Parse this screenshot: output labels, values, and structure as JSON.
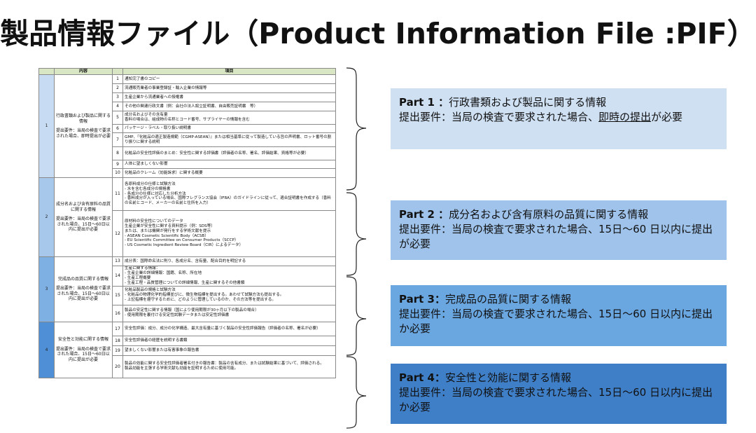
{
  "title": "製品情報ファイル（Product Information File :PIF）",
  "table": {
    "headers": {
      "content": "内容",
      "items": "項目"
    },
    "parts": [
      {
        "no": "1",
        "desc_title": "行政書類および製品に関する情報",
        "desc_req": "提出要件：当局の検査で要求された場合、即時提出が必要",
        "rows": [
          {
            "n": "1",
            "t": [
              "通知完了書のコピー"
            ]
          },
          {
            "n": "2",
            "t": [
              "流通販売業者の事業登録証・輸入企業の情報等"
            ]
          },
          {
            "n": "3",
            "t": [
              "生産企業から流通業者への授権書"
            ]
          },
          {
            "n": "4",
            "t": [
              "その他の関連行政文書（例：会社の法人設立証明書、自由販売証明書　等）"
            ]
          },
          {
            "n": "5",
            "t": [
              "成分名およびその含有量",
              "香料の場合は、組成物の名称とコード番号、サプライヤーの情報を含む"
            ]
          },
          {
            "n": "6",
            "t": [
              "パッケージ・ラベル・取り扱い説明書"
            ]
          },
          {
            "n": "7",
            "t": [
              "GMP、『化粧品の適正製造規範（CGMP-ASEAN）』または相当基準に従って製造している旨の声明書、ロット番号の割り振りに関する説明"
            ]
          },
          {
            "n": "8",
            "t": [
              "化粧品の安全性評価のまとめ：安全性に関する評価書（評価者の名称、署名、評価結果、資格等が必要）"
            ]
          },
          {
            "n": "9",
            "t": [
              "人体に望ましくない影響"
            ]
          },
          {
            "n": "10",
            "t": [
              "化粧品のクレーム（効能訴求）に関する概要"
            ]
          }
        ]
      },
      {
        "no": "2",
        "desc_title": "成分名および含有原料の品質に関する情報",
        "desc_req": "提出要件：当局の検査で要求された場合、15日〜60日以内に提出が必要",
        "rows": [
          {
            "n": "11",
            "t": [
              "各原料成分の仕様と試験方法",
              "- 水を含む各成分の規格書",
              "- 各成分の仕様に対応した分析方法",
              "- 香料成分が入っている場合、国際フレグランス協会（IFRA）のガイドラインに従って、適合証明書を作成する（香料の名前とコード、メーカーの名前と住所を入力）"
            ]
          },
          {
            "n": "12",
            "t": [
              "原材料の安全性についてのデータ",
              "生産企業が安全性に関する資料提示（例：SDS等）",
              "または、または機関が発行をする学術文献を提示",
              "- ASEAN Cosmetic Scientific Body（ACSB）",
              "- EU Scientific Committee on Consumer Products（SCCP）",
              "- US Cosmetic Ingredient Review Board（CIR）によるデータ）"
            ]
          }
        ]
      },
      {
        "no": "3",
        "desc_title": "完成品の品質に関する情報",
        "desc_req": "提出要件：当局の検査で要求された場合、15日〜60日以内に提出が必要",
        "rows": [
          {
            "n": "13",
            "t": [
              "成分表：国際命名法に則り、各成分名、含有量、配合目的を明記する"
            ]
          },
          {
            "n": "14",
            "t": [
              "生産に関する情報：",
              "- 生産企業の詳細情報：国籍、名称、所在地",
              "- 生産工程概要",
              "- 生産工程・品質管理についての詳細情報、生産に関するその他書類"
            ]
          },
          {
            "n": "15",
            "t": [
              "化粧品製品の規格と試験方法",
              "- 化粧品の物理化学的指標並びに、微生物指標を提出する。あわせて試験方法も提出する。",
              "- 上記指標を遵守するために、どのように管理しているのか、その方法等を提出する。"
            ]
          },
          {
            "n": "16",
            "t": [
              "製品の安定性に関する情報（国により使用期限が30ヶ月以下の製品の場合）",
              "- 使用期限を裏付ける安定性試験データまたは安定性評価書"
            ]
          }
        ]
      },
      {
        "no": "4",
        "desc_title": "安全性と効能に関する情報",
        "desc_req": "提出要件：当局の検査で要求された場合、15日〜60日以内に提出が必要",
        "rows": [
          {
            "n": "17",
            "t": [
              "安全性評価：成分、成分の化学構造、最大含有量に基づく製品の安全性評価報告（評価者の名称、署名が必要）"
            ]
          },
          {
            "n": "18",
            "t": [
              "安全性評価者の経歴を説明する書類"
            ]
          },
          {
            "n": "19",
            "t": [
              "望ましくない影響または有害事象の報告書"
            ]
          },
          {
            "n": "20",
            "t": [
              "製品の効能に関する安全性評価者署名付きの報告書：製品の含有成分、または試験結果に基づいて、評価される。",
              "製品効能を主張する学術文献も効能を証明するために使用可能。"
            ]
          }
        ]
      }
    ]
  },
  "boxes": [
    {
      "head": "Part 1 ：",
      "head_text": "行政書類および製品に関する情報",
      "req_a": "提出要件：当局の検査で要求された場合、",
      "req_u": "即時の提出",
      "req_b": "が必要"
    },
    {
      "head": "Part 2 ：",
      "head_text": "成分名および含有原料の品質に関する情報",
      "req": "提出要件：当局の検査で要求された場合、15日〜60 日以内に提出が必要"
    },
    {
      "head": "Part 3：",
      "head_text": "完成品の品質に関する情報",
      "req": "提出要件：当局の検査で要求された場合、15日〜60 日以内に提出 か必要"
    },
    {
      "head": "Part 4：",
      "head_text": "安全性と効能に関する情報",
      "req": "提出要件：当局の検査で要求された場合、15日〜60 日以内に提出 か必要"
    }
  ]
}
